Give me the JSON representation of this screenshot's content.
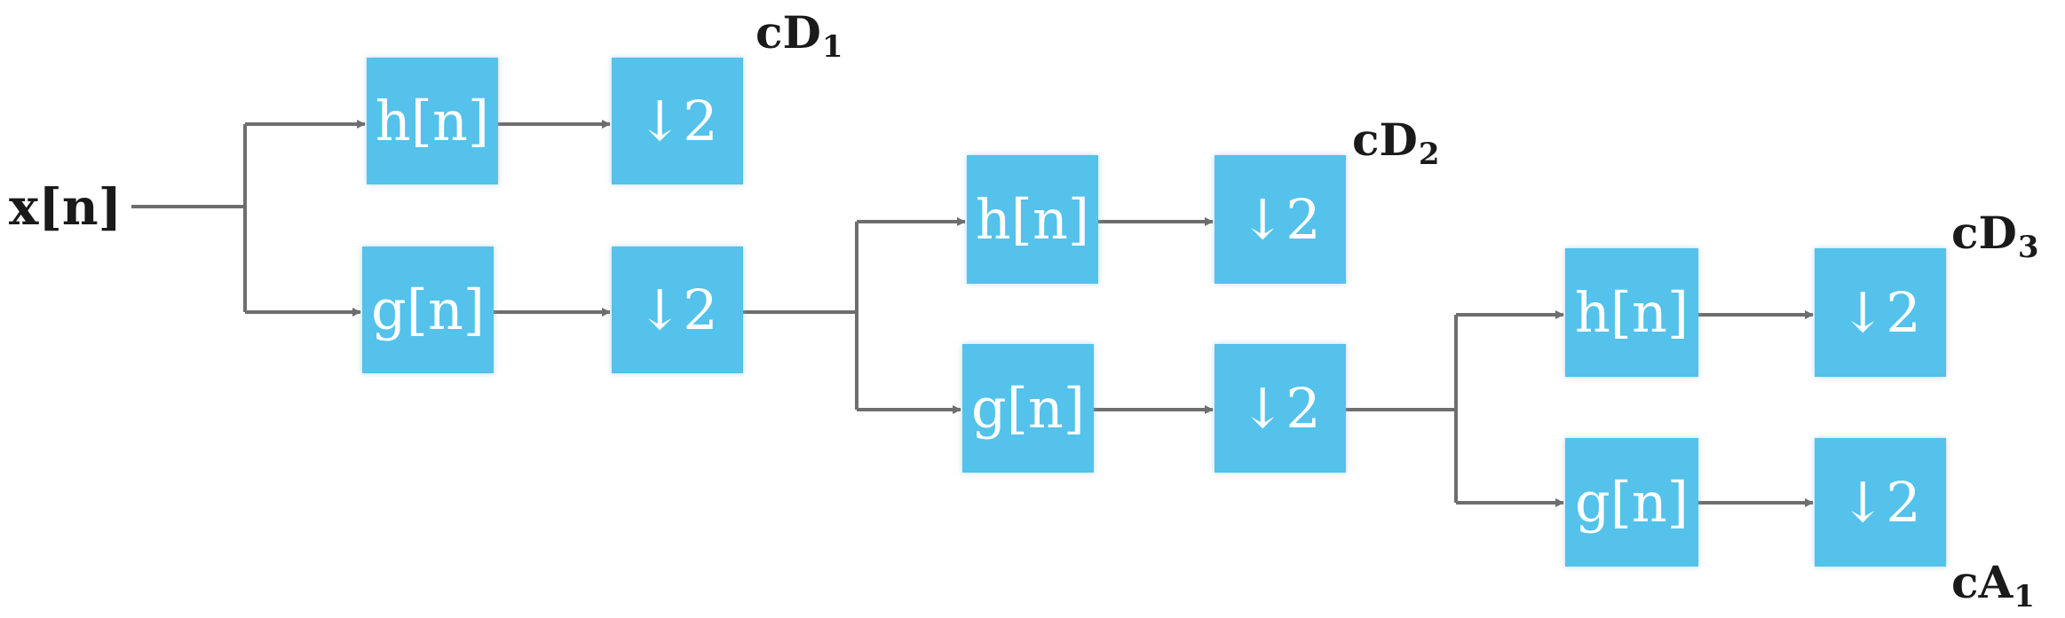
{
  "colors": {
    "box_fill": "#54c2ea",
    "line": "#6e6e6e",
    "text_dark": "#1a1a1a",
    "box_text": "#ffffff"
  },
  "input": {
    "label": "x[n]"
  },
  "levels": [
    {
      "highpass_label": "h[n]",
      "lowpass_label": "g[n]",
      "highpass_down_label": "↓2",
      "lowpass_down_label": "↓2",
      "detail_output": {
        "base": "cD",
        "sub": "1"
      }
    },
    {
      "highpass_label": "h[n]",
      "lowpass_label": "g[n]",
      "highpass_down_label": "↓2",
      "lowpass_down_label": "↓2",
      "detail_output": {
        "base": "cD",
        "sub": "2"
      }
    },
    {
      "highpass_label": "h[n]",
      "lowpass_label": "g[n]",
      "highpass_down_label": "↓2",
      "lowpass_down_label": "↓2",
      "detail_output": {
        "base": "cD",
        "sub": "3"
      },
      "approx_output": {
        "base": "cA",
        "sub": "1"
      }
    }
  ]
}
